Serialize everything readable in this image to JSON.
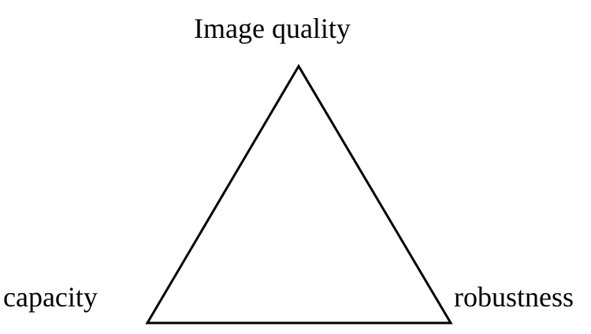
{
  "diagram": {
    "vertices": {
      "top": "Image quality",
      "bottom_left": "capacity",
      "bottom_right": "robustness"
    },
    "colors": {
      "stroke": "#000000",
      "background": "#ffffff",
      "text": "#000000"
    }
  }
}
